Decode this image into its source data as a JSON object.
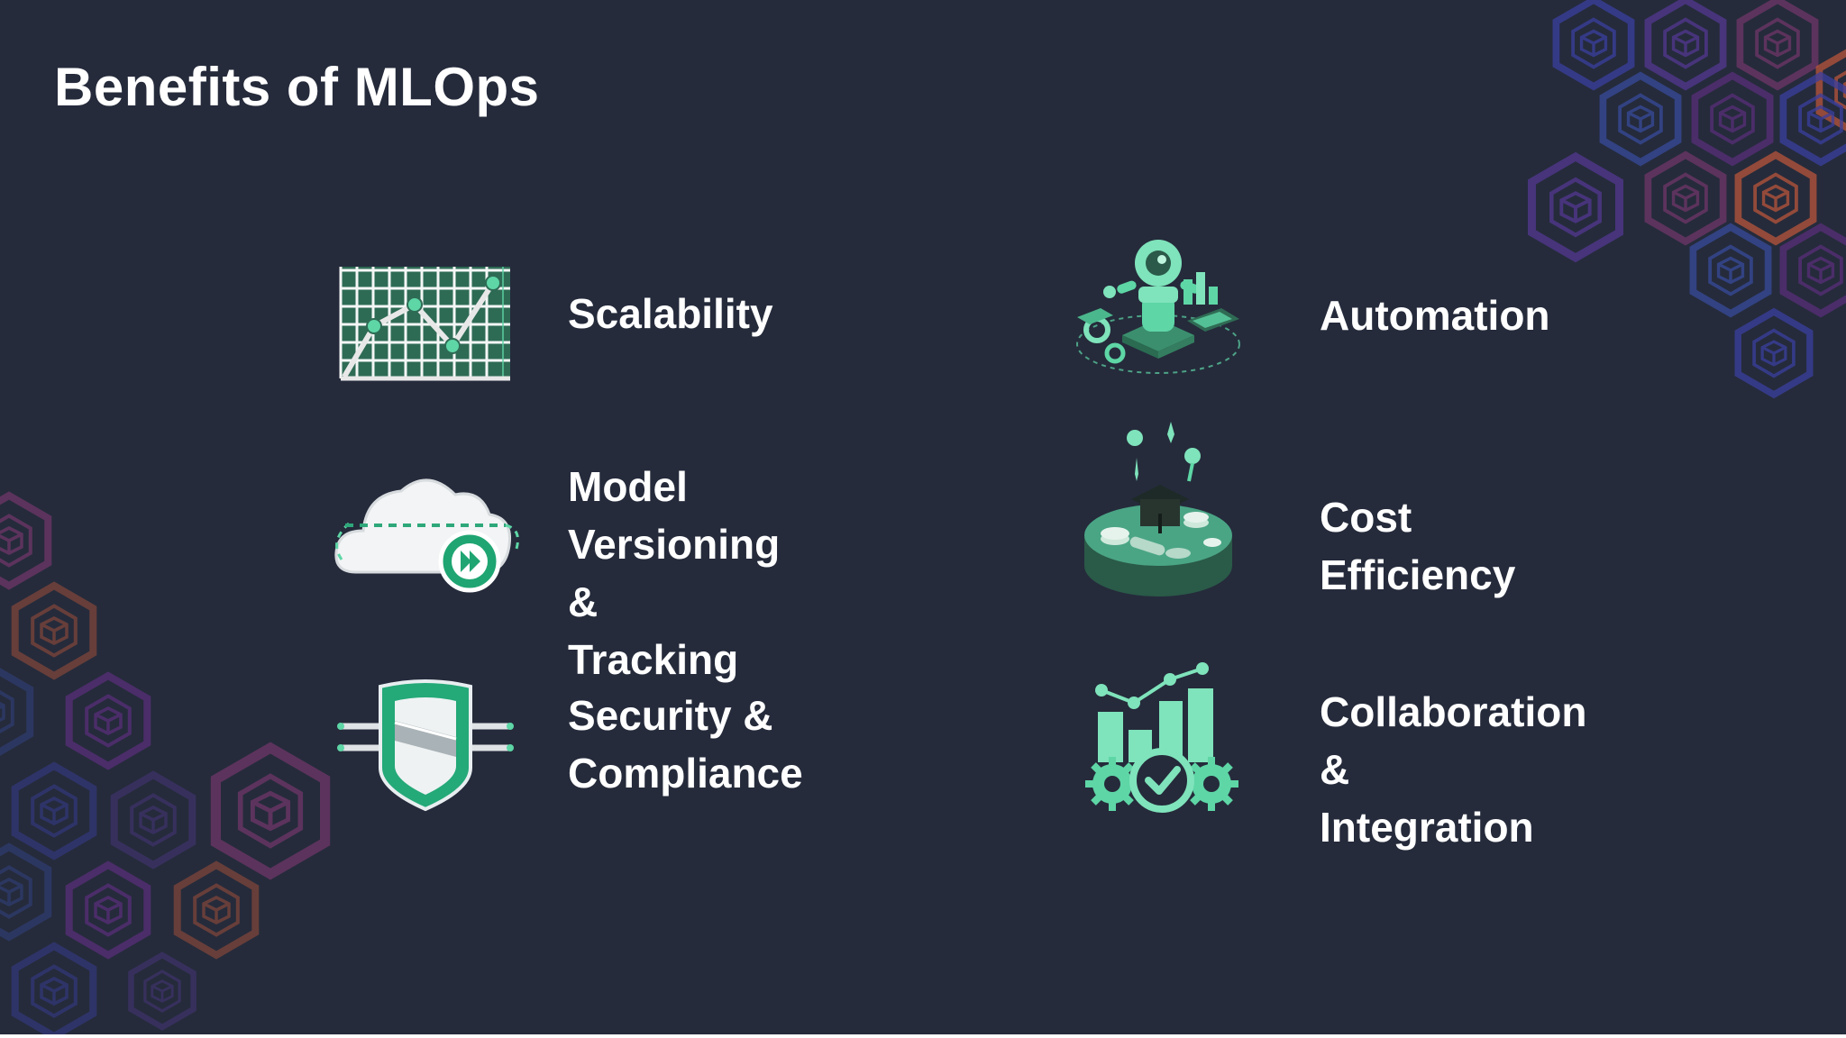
{
  "slide": {
    "title": "Benefits of MLOps",
    "background": "#252b3b",
    "accent": "#5ed6a6",
    "accent_dark": "#2f6b54"
  },
  "benefits": [
    {
      "label": "Scalability",
      "icon": "line-chart-grid-icon"
    },
    {
      "label": "Model Versioning\n& Tracking",
      "icon": "cloud-play-icon"
    },
    {
      "label": "Security &\nCompliance",
      "icon": "shield-icon"
    },
    {
      "label": "Automation",
      "icon": "robot-automation-icon"
    },
    {
      "label": "Cost Efficiency",
      "icon": "coins-platform-icon"
    },
    {
      "label": "Collaboration &\nIntegration",
      "icon": "chart-gears-check-icon"
    }
  ],
  "decor": {
    "hex_colors": [
      "#3b3fa0",
      "#5a3a9e",
      "#8a3a7a",
      "#b8553a",
      "#3a4fa8",
      "#6a2f8f"
    ]
  }
}
